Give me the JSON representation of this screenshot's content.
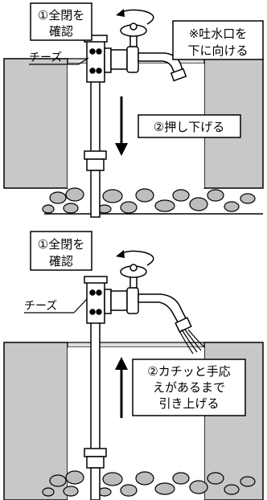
{
  "panel_top": {
    "step1_label_line1": "①全閉を",
    "step1_label_line2": "確認",
    "outlet_note_line1": "※吐水口を",
    "outlet_note_line2": "下に向ける",
    "tee_label": "チーズ",
    "step2_label": "②押し下げる"
  },
  "panel_bottom": {
    "step1_label_line1": "①全閉を",
    "step1_label_line2": "確認",
    "tee_label": "チーズ",
    "step2_label_line1": "②カチッと手応",
    "step2_label_line2": "えがあるまで",
    "step2_label_line3": "引き上げる"
  },
  "colors": {
    "ground": "#c8c8c8",
    "pit_wall": "#f2f2f2",
    "stone": "#bdbdbd",
    "outline": "#000000",
    "background": "#ffffff"
  }
}
